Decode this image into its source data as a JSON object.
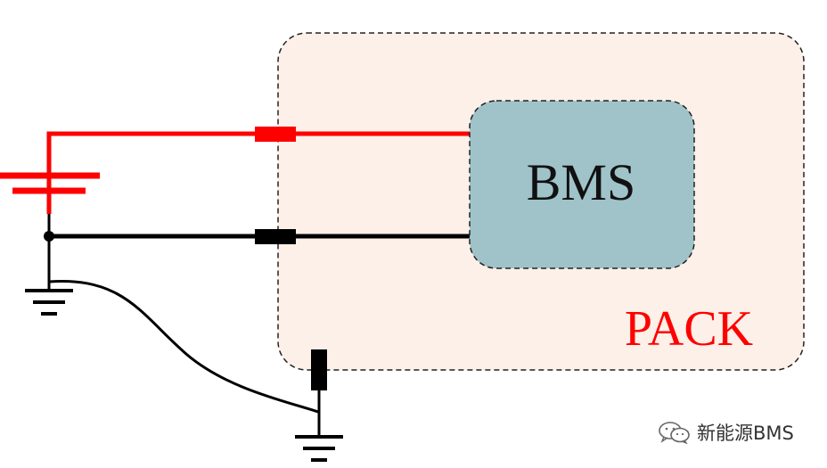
{
  "diagram": {
    "pack_label": "PACK",
    "bms_label": "BMS",
    "colors": {
      "positive_wire": "#ff0000",
      "negative_wire": "#000000",
      "pack_fill": "#fdf0e8",
      "bms_fill": "#9fc3c9",
      "pack_label": "#ff0000"
    }
  },
  "watermark": {
    "text": "新能源BMS",
    "icon": "wechat-icon"
  }
}
